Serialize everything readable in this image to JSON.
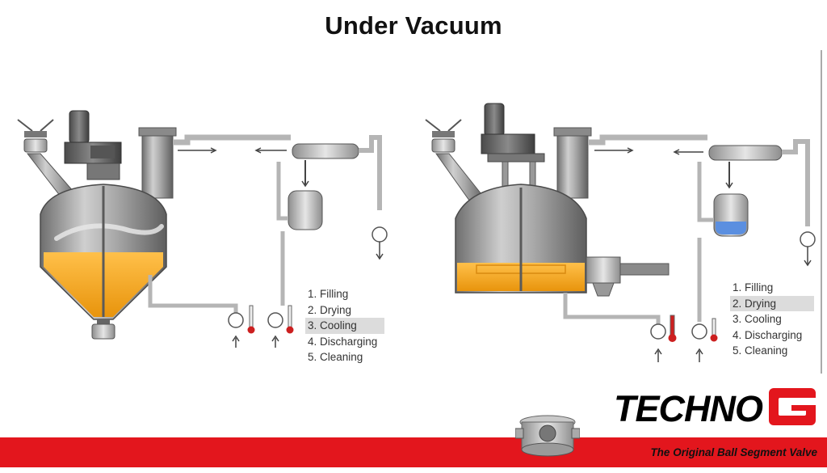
{
  "title": "Under Vacuum",
  "left_process": {
    "steps": [
      "1. Filling",
      "2. Drying",
      "3. Cooling",
      "4. Discharging",
      "5. Cleaning"
    ],
    "highlighted_step": "3. Cooling"
  },
  "right_process": {
    "steps": [
      "1. Filling",
      "2. Drying",
      "3. Cooling",
      "4. Discharging",
      "5. Cleaning"
    ],
    "highlighted_step": "2. Drying"
  },
  "brand": {
    "logo_text": "TECHNO",
    "logo_letter": "G",
    "tagline": "The Original Ball Segment Valve"
  },
  "colors": {
    "product": "#f5a623",
    "vessel": "#9a9a9a",
    "pipe": "#b5b5b5",
    "brand_red": "#e3161d",
    "liquid_blue": "#5b8fe0",
    "thermo_red": "#cc1f1f"
  }
}
